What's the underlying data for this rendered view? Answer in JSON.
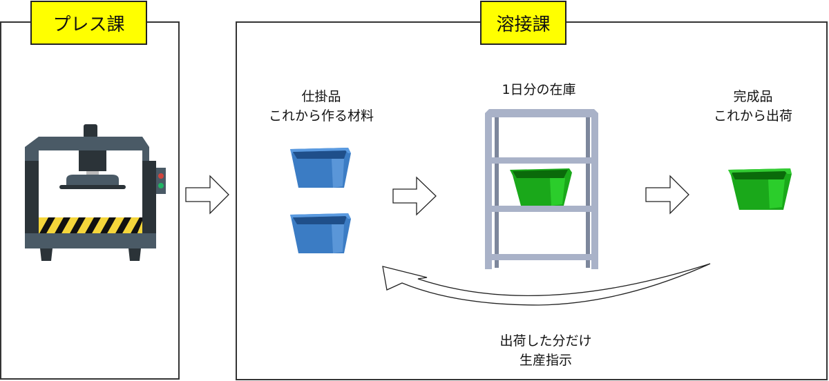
{
  "departments": {
    "press": {
      "title": "プレス課"
    },
    "welding": {
      "title": "溶接課"
    }
  },
  "welding_stages": {
    "wip": {
      "line1": "仕掛品",
      "line2": "これから作る材料"
    },
    "inventory": {
      "line1": "1日分の在庫"
    },
    "finished": {
      "line1": "完成品",
      "line2": "これから出荷"
    }
  },
  "feedback": {
    "line1": "出荷した分だけ",
    "line2": "生産指示"
  },
  "colors": {
    "tag_fill": "#ffff00",
    "blue_bin": "#3b7cc4",
    "green_bin": "#22b522",
    "shelf": "#a9b2c8",
    "press_body": "#4a5a66"
  }
}
